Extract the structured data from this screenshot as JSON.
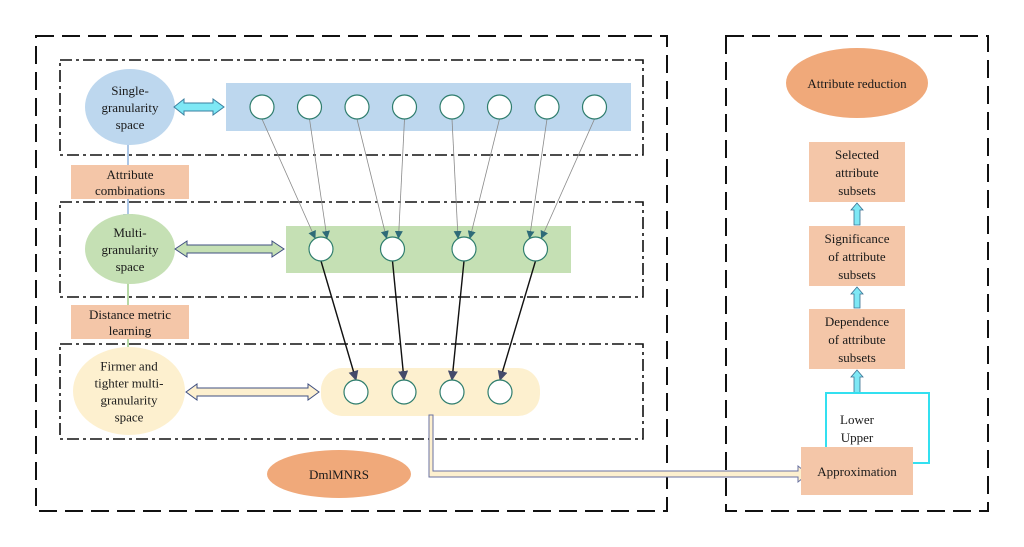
{
  "colors": {
    "single_fill": "#bdd7ee",
    "multi_fill": "#c5e0b4",
    "firm_fill": "#fdf0cf",
    "label_box_fill": "#f4c6a8",
    "title_ellipse_fill": "#f0a97a",
    "node_stroke": "#2e7d6d",
    "cyan": "#33e0f0",
    "arrow_stroke": "#4a5a8a"
  },
  "left_panel": {
    "title": "DmlMNRS",
    "rows": [
      {
        "id": "single",
        "label_lines": [
          "Single-",
          "granularity",
          "space"
        ],
        "node_count": 8
      },
      {
        "id": "multi",
        "label_lines": [
          "Multi-",
          "granularity",
          "space"
        ],
        "node_count": 4
      },
      {
        "id": "firm",
        "label_lines": [
          "Firmer and",
          "tighter multi-",
          "granularity",
          "space"
        ],
        "node_count": 4
      }
    ],
    "steps": [
      {
        "lines": [
          "Attribute",
          "combinations"
        ]
      },
      {
        "lines": [
          "Distance metric",
          "learning"
        ]
      }
    ]
  },
  "right_panel": {
    "title": "Attribute reduction",
    "boxes": [
      {
        "lines": [
          "Selected",
          "attribute",
          "subsets"
        ]
      },
      {
        "lines": [
          "Significance",
          "of attribute",
          "subsets"
        ]
      },
      {
        "lines": [
          "Dependence",
          "of attribute",
          "subsets"
        ]
      }
    ],
    "approx_box": "Approximation",
    "approx_labels": [
      "Lower",
      "Upper"
    ]
  }
}
